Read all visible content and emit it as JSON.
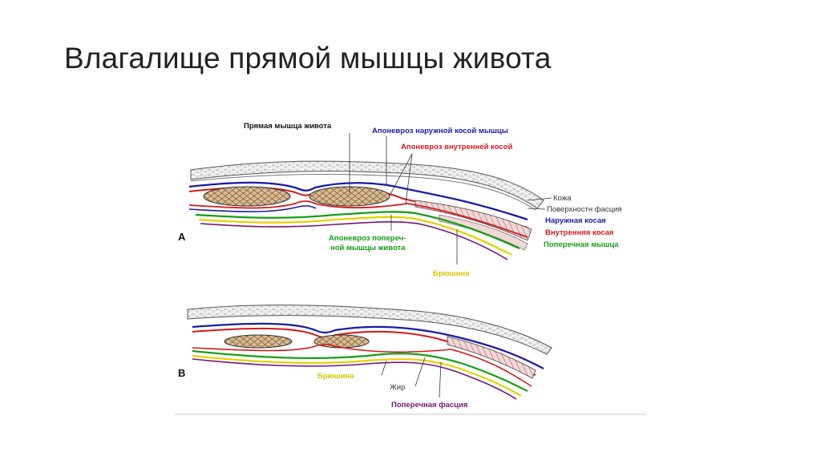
{
  "title": "Влагалище прямой мышцы живота",
  "panel_a": {
    "letter": "А",
    "labels": {
      "rectus": "Прямая мышца живота",
      "ext_oblique_apon": "Апоневроз наружной косой мышцы",
      "int_oblique_apon": "Апоневроз внутренней косой",
      "skin": "Кожа",
      "superficial_fascia": "Поверхностн фасция",
      "external_oblique": "Наружная косая",
      "internal_oblique": "Внутренняя косая",
      "transverse": "Поперечная мышца",
      "transverse_apon_1": "Апоневроз попереч-",
      "transverse_apon_2": "ной мышцы живота",
      "peritoneum": "Брюшина"
    }
  },
  "panel_b": {
    "letter": "В",
    "labels": {
      "peritoneum": "Брюшина",
      "fat": "Жир",
      "transverse_fascia": "Поперечная фасция"
    }
  },
  "colors": {
    "blue": "#1a1aa8",
    "red": "#d41818",
    "green": "#14a014",
    "yellow": "#e6d200",
    "purple": "#7a147a",
    "muscle": "#c9a97f"
  }
}
